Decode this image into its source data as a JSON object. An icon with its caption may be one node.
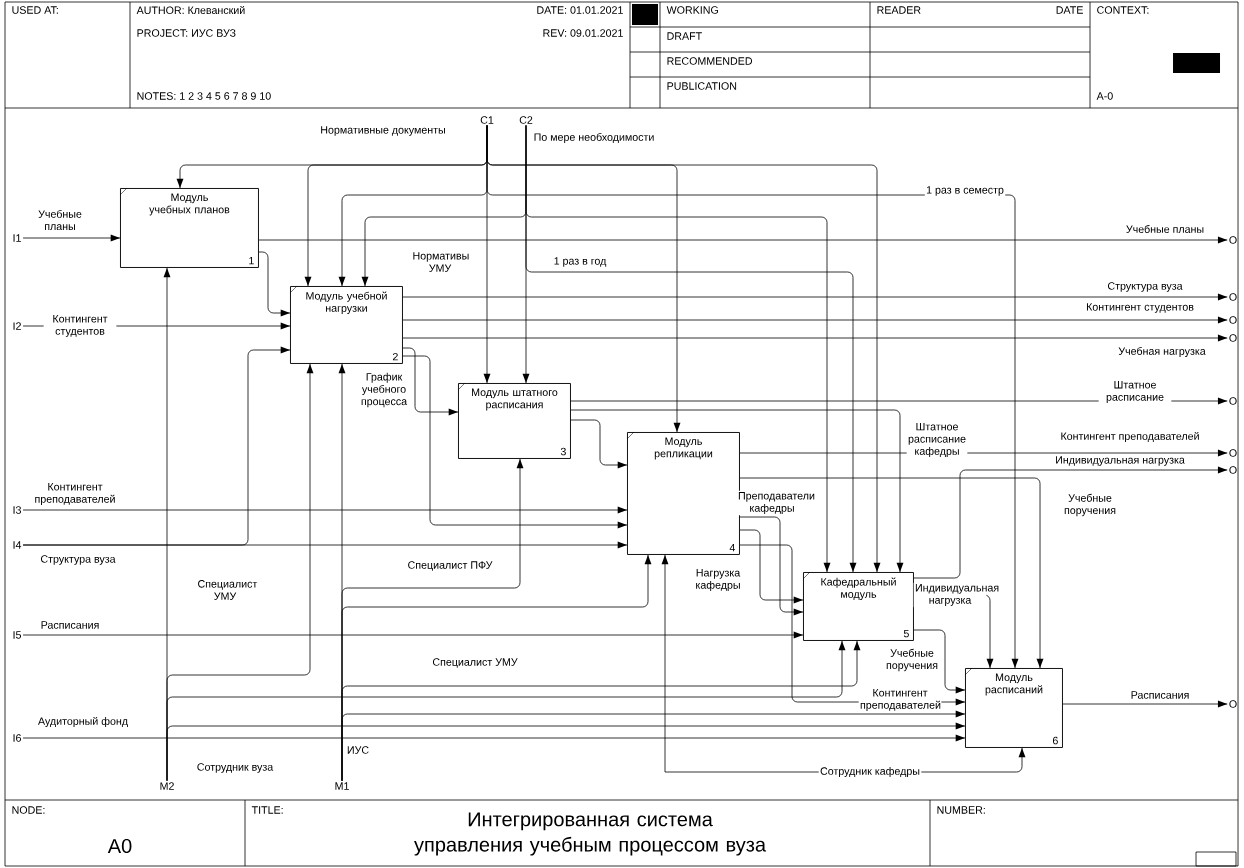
{
  "diagram": {
    "title": "Интегрированная система управления учебным процессом вуза",
    "nodes": [
      {
        "text": [
          "Модуль учебных планов",
          "1"
        ]
      },
      {
        "text": [
          "Модуль учебной нагрузки",
          "2"
        ]
      },
      {
        "text": [
          "Модуль штатного расписания",
          "3"
        ]
      },
      {
        "text": [
          "Модуль репликации",
          "4"
        ]
      },
      {
        "text": [
          "Кафедральный модуль",
          "5"
        ]
      },
      {
        "text": [
          "Модуль расписаний",
          "6"
        ]
      },
      {
        "text": [
          "I1"
        ]
      },
      {
        "text": [
          "I2"
        ]
      },
      {
        "text": [
          "I3"
        ]
      },
      {
        "text": [
          "I4"
        ]
      },
      {
        "text": [
          "I5"
        ]
      },
      {
        "text": [
          "I6"
        ]
      },
      {
        "text": [
          "C1"
        ]
      },
      {
        "text": [
          "C2"
        ]
      },
      {
        "text": [
          "M1"
        ]
      },
      {
        "text": [
          "M2"
        ]
      },
      {
        "text": [
          "O"
        ]
      },
      {
        "text": [
          "O"
        ]
      },
      {
        "text": [
          "O"
        ]
      },
      {
        "text": [
          "O"
        ]
      },
      {
        "text": [
          "O"
        ]
      },
      {
        "text": [
          "O"
        ]
      },
      {
        "text": [
          "O"
        ]
      },
      {
        "text": [
          "O"
        ]
      }
    ],
    "edges": [
      {
        "from": 6,
        "to": 0,
        "arrow": "to",
        "label": "Учебные планы"
      },
      {
        "from": 7,
        "to": 1,
        "arrow": "to",
        "label": "Контингент студентов"
      },
      {
        "from": 8,
        "to": 3,
        "arrow": "to",
        "label": "Контингент преподавателей"
      },
      {
        "from": 9,
        "to": 3,
        "arrow": "to",
        "label": "Структура вуза"
      },
      {
        "from": 9,
        "to": 1,
        "arrow": "to"
      },
      {
        "from": 10,
        "to": 4,
        "arrow": "to",
        "label": "Расписания"
      },
      {
        "from": 11,
        "to": 5,
        "arrow": "to",
        "label": "Аудиторный фонд"
      },
      {
        "from": 12,
        "to": 2,
        "arrow": "to",
        "label": "Нормативные документы"
      },
      {
        "from": 13,
        "to": 2,
        "arrow": "to",
        "label": "По мере необходимости"
      },
      {
        "from": 12,
        "to": 0,
        "arrow": "to"
      },
      {
        "from": 12,
        "to": 1,
        "arrow": "to"
      },
      {
        "from": 12,
        "to": 3,
        "arrow": "to"
      },
      {
        "from": 12,
        "to": 4,
        "arrow": "to"
      },
      {
        "from": 12,
        "to": 1,
        "arrow": "to"
      },
      {
        "from": 12,
        "to": 5,
        "arrow": "to",
        "label": "1 раз в семестр"
      },
      {
        "from": 13,
        "to": 1,
        "arrow": "to",
        "label": "Нормативы УМУ"
      },
      {
        "from": 13,
        "to": 4,
        "arrow": "to"
      },
      {
        "from": 13,
        "to": 4,
        "arrow": "to",
        "label": "1 раз в год"
      },
      {
        "from": 0,
        "to": 16,
        "arrow": "to",
        "label": "Учебные планы"
      },
      {
        "from": 0,
        "to": 1,
        "arrow": "to"
      },
      {
        "from": 1,
        "to": 17,
        "arrow": "to",
        "label": "Структура вуза"
      },
      {
        "from": 1,
        "to": 18,
        "arrow": "to",
        "label": "Контингент студентов"
      },
      {
        "from": 1,
        "to": 19,
        "arrow": "to",
        "label": "Учебная нагрузка"
      },
      {
        "from": 1,
        "to": 2,
        "arrow": "to",
        "label": "График учебного процесса"
      },
      {
        "from": 1,
        "to": 3,
        "arrow": "to"
      },
      {
        "from": 2,
        "to": 20,
        "arrow": "to",
        "label": "Штатное расписание"
      },
      {
        "from": 2,
        "to": 3,
        "arrow": "to"
      },
      {
        "from": 2,
        "to": 4,
        "arrow": "to",
        "label": "Штатное расписание кафедры"
      },
      {
        "from": 3,
        "to": 21,
        "arrow": "to",
        "label": "Контингент преподавателей"
      },
      {
        "from": 4,
        "to": 22,
        "arrow": "to",
        "label": "Индивидуальная нагрузка"
      },
      {
        "from": 3,
        "to": 4,
        "arrow": "to",
        "label": "Преподаватели кафедры"
      },
      {
        "from": 3,
        "to": 4,
        "arrow": "to",
        "label": "Нагрузка кафедры"
      },
      {
        "from": 3,
        "to": 5,
        "arrow": "to",
        "label": "Учебные поручения"
      },
      {
        "from": 3,
        "to": 5,
        "arrow": "to",
        "label": "Контингент преподавателей"
      },
      {
        "from": 4,
        "to": 5,
        "arrow": "to",
        "label": "Учебные поручения"
      },
      {
        "from": 4,
        "to": 5,
        "arrow": "to",
        "label": "Индивидуальная нагрузка"
      },
      {
        "from": 5,
        "to": 23,
        "arrow": "to",
        "label": "Расписания"
      },
      {
        "from": 15,
        "to": 0,
        "arrow": "to",
        "label": "Сотрудник вуза"
      },
      {
        "from": 15,
        "to": 1,
        "arrow": "to",
        "label": "Специалист УМУ"
      },
      {
        "from": 15,
        "to": 4,
        "arrow": "to",
        "label": "Специалист УМУ"
      },
      {
        "from": 15,
        "to": 5,
        "arrow": "to"
      },
      {
        "from": 14,
        "to": 1,
        "arrow": "to",
        "label": "ИУС"
      },
      {
        "from": 14,
        "to": 2,
        "arrow": "to",
        "label": "Специалист ПФУ"
      },
      {
        "from": 14,
        "to": 3,
        "arrow": "to"
      },
      {
        "from": 14,
        "to": 4,
        "arrow": "to"
      },
      {
        "from": 14,
        "to": 5,
        "arrow": "to"
      },
      {
        "from": null,
        "to": 3,
        "arrow": "to"
      },
      {
        "from": null,
        "to": 5,
        "arrow": "to",
        "label": "Сотрудник кафедры"
      }
    ],
    "labels": [
      "USED AT:",
      "AUTHOR: Клеванский",
      "DATE: 01.01.2021",
      "WORKING",
      "READER",
      "DATE",
      "CONTEXT:",
      "PROJECT: ИУС ВУЗ",
      "REV: 09.01.2021",
      "DRAFT",
      "RECOMMENDED",
      "NOTES: 1 2 3 4 5 6 7 8 9 10",
      "PUBLICATION",
      "A-0",
      "NODE:",
      "A0",
      "TITLE:",
      "NUMBER:"
    ]
  }
}
